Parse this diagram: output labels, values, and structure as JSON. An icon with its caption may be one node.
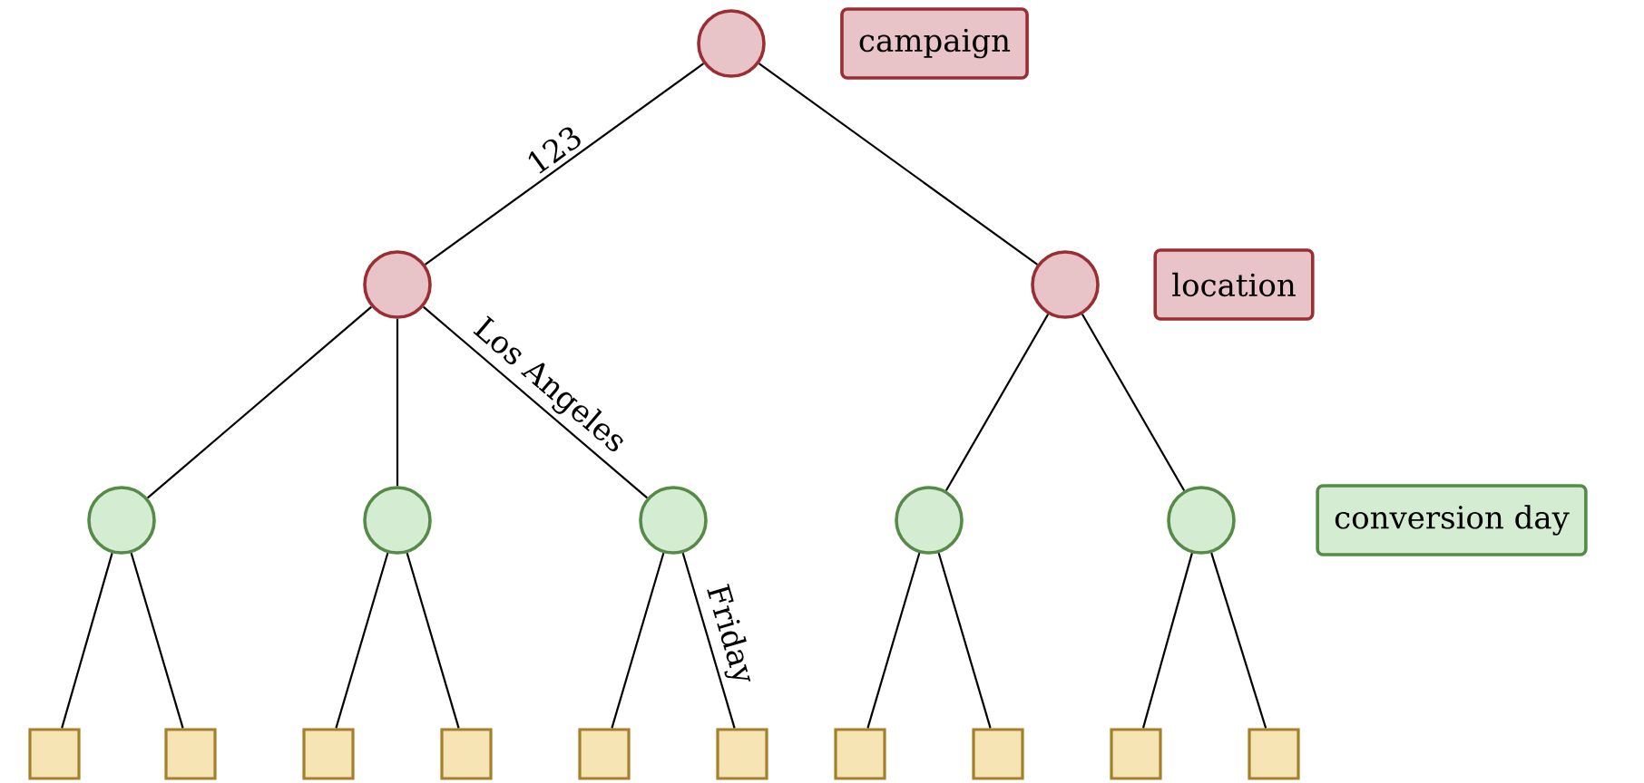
{
  "diagram": {
    "nodes": [
      {
        "text": [],
        "shape": "circle"
      },
      {
        "text": [
          "campaign"
        ]
      },
      {
        "text": [],
        "shape": "circle"
      },
      {
        "text": [],
        "shape": "circle"
      },
      {
        "text": [
          "location"
        ]
      },
      {
        "text": [],
        "shape": "circle"
      },
      {
        "text": [],
        "shape": "circle"
      },
      {
        "text": [],
        "shape": "circle"
      },
      {
        "text": [],
        "shape": "circle"
      },
      {
        "text": [],
        "shape": "circle"
      },
      {
        "text": [
          "conversion day"
        ]
      },
      {
        "text": [],
        "shape": "box"
      },
      {
        "text": [],
        "shape": "box"
      },
      {
        "text": [],
        "shape": "box"
      },
      {
        "text": [],
        "shape": "box"
      },
      {
        "text": [],
        "shape": "box"
      },
      {
        "text": [],
        "shape": "box"
      },
      {
        "text": [],
        "shape": "box"
      },
      {
        "text": [],
        "shape": "box"
      },
      {
        "text": [],
        "shape": "box"
      },
      {
        "text": [],
        "shape": "box"
      }
    ],
    "edges": [
      {
        "from": 0,
        "to": 2,
        "arrow": "none",
        "label": "123"
      },
      {
        "from": 0,
        "to": 3,
        "arrow": "none"
      },
      {
        "from": 2,
        "to": 5,
        "arrow": "none"
      },
      {
        "from": 2,
        "to": 6,
        "arrow": "none"
      },
      {
        "from": 2,
        "to": 7,
        "arrow": "none",
        "label": "Los Angeles"
      },
      {
        "from": 3,
        "to": 8,
        "arrow": "none"
      },
      {
        "from": 3,
        "to": 9,
        "arrow": "none"
      },
      {
        "from": 5,
        "to": 11,
        "arrow": "none"
      },
      {
        "from": 5,
        "to": 12,
        "arrow": "none"
      },
      {
        "from": 6,
        "to": 13,
        "arrow": "none"
      },
      {
        "from": 6,
        "to": 14,
        "arrow": "none"
      },
      {
        "from": 7,
        "to": 15,
        "arrow": "none"
      },
      {
        "from": 7,
        "to": 16,
        "arrow": "none",
        "label": "Friday"
      },
      {
        "from": 8,
        "to": 17,
        "arrow": "none"
      },
      {
        "from": 8,
        "to": 18,
        "arrow": "none"
      },
      {
        "from": 9,
        "to": 19,
        "arrow": "none"
      },
      {
        "from": 9,
        "to": 20,
        "arrow": "none"
      }
    ]
  }
}
